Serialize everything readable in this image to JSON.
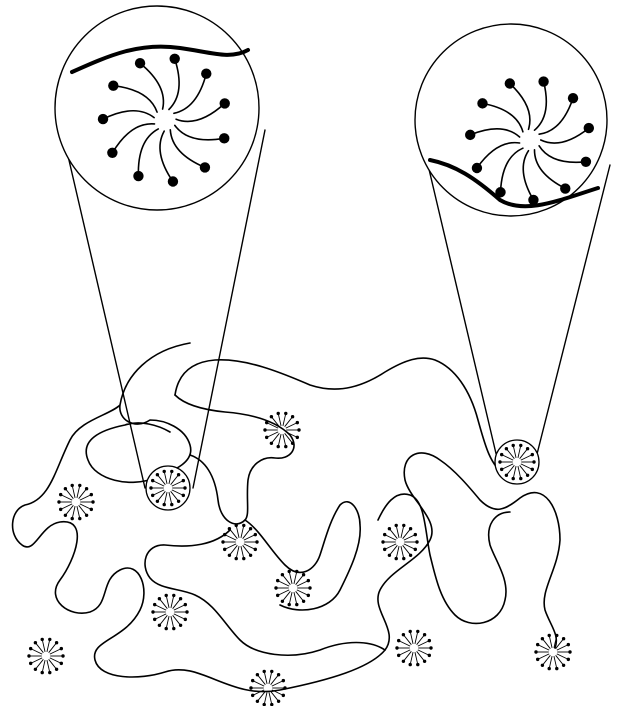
{
  "figure": {
    "background": "#ffffff",
    "stroke_color": "#000000",
    "magnified_views": [
      {
        "name": "left-magnified-micelle",
        "polymer_chain_position": "top"
      },
      {
        "name": "right-magnified-micelle",
        "polymer_chain_position": "through-lower-half"
      }
    ],
    "small_micelle_count": 12
  }
}
